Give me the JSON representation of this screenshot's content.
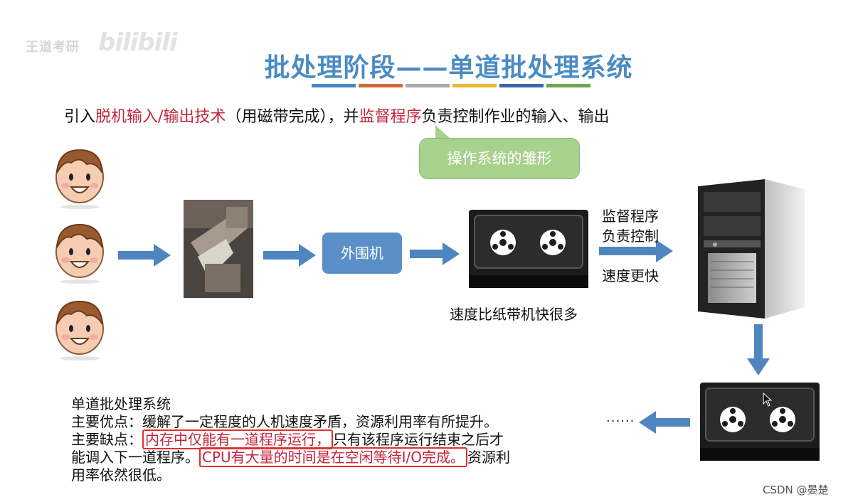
{
  "watermark": {
    "text": "王道考研",
    "logo": "bilibili"
  },
  "slide": {
    "title": "批处理阶段——单道批处理系统",
    "title_underline_colors": [
      "#4a86c5",
      "#d2693a",
      "#a9a9a9",
      "#e8b830",
      "#3d64b0",
      "#6aa84f"
    ]
  },
  "intro": {
    "part1": "引入",
    "highlight1": "脱机输入/输出技术",
    "part2": "（用磁带完成），并",
    "highlight2": "监督程序",
    "part3": "负责控制作业的输入、输出"
  },
  "bubble": {
    "text": "操作系统的雏形"
  },
  "flow": {
    "peripheral_label": "外围机",
    "tape_caption": "速度比纸带机快很多",
    "monitor_line1": "监督程序",
    "monitor_line2": "负责控制",
    "monitor_line3": "速度更快",
    "ellipsis": "······"
  },
  "notes": {
    "heading": "单道批处理系统",
    "advantage_label": "主要优点：",
    "advantage_text": "缓解了一定程度的人机速度矛盾，资源利用率有所提升。",
    "disadvantage_label": "主要缺点：",
    "disadvantage_hl1": "内存中仅能有一道程序运行，",
    "disadvantage_text1": "只有该程序运行结束之后才",
    "disadvantage_text2": "能调入下一道程序。",
    "disadvantage_hl2": "CPU有大量的时间是在空闲等待I/O完成。",
    "disadvantage_text3": "资源利",
    "disadvantage_text4": "用率依然很低。"
  },
  "footer": {
    "credit": "CSDN @晏楚"
  },
  "colors": {
    "title": "#4a8bc4",
    "highlight": "#c2253b",
    "arrow": "#4f86c0",
    "bubble": "#a9d18e",
    "peripheral": "#5b8fc7"
  }
}
